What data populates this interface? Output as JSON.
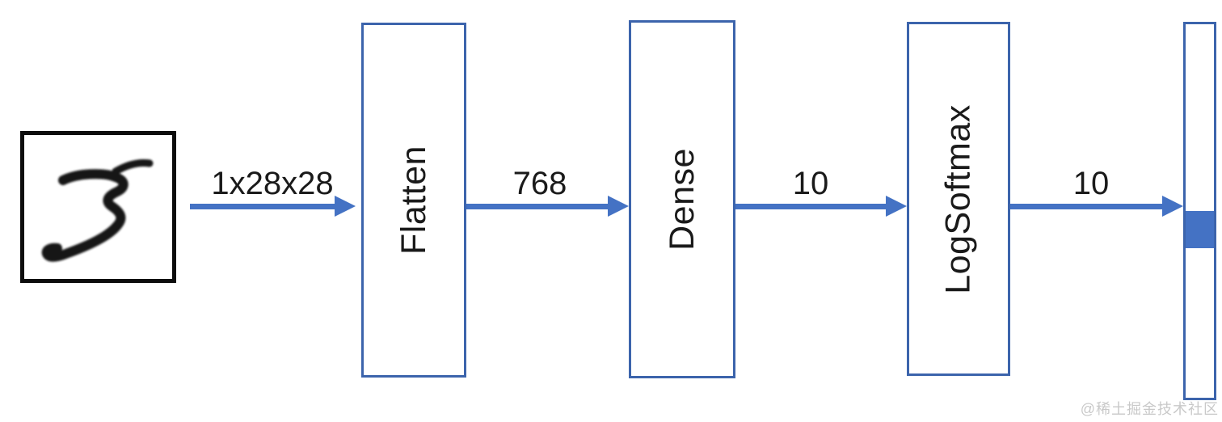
{
  "diagram": {
    "input": {
      "image": "handwritten-digit-5"
    },
    "boxes": [
      {
        "label": "Flatten"
      },
      {
        "label": "Dense"
      },
      {
        "label": "LogSoftmax"
      }
    ],
    "arrows": [
      {
        "label": "1x28x28"
      },
      {
        "label": "768"
      },
      {
        "label": "10"
      },
      {
        "label": "10"
      }
    ],
    "output": {
      "num_classes": 10,
      "highlighted_index": 5
    },
    "colors": {
      "arrow": "#4472C4",
      "box_border": "#3C64AC",
      "output_fill": "#4472C4",
      "image_border": "#0D0D0D",
      "text": "#1A1A1A",
      "watermark": "#C9C9C9"
    }
  },
  "watermark": {
    "text": "@稀土掘金技术社区"
  }
}
